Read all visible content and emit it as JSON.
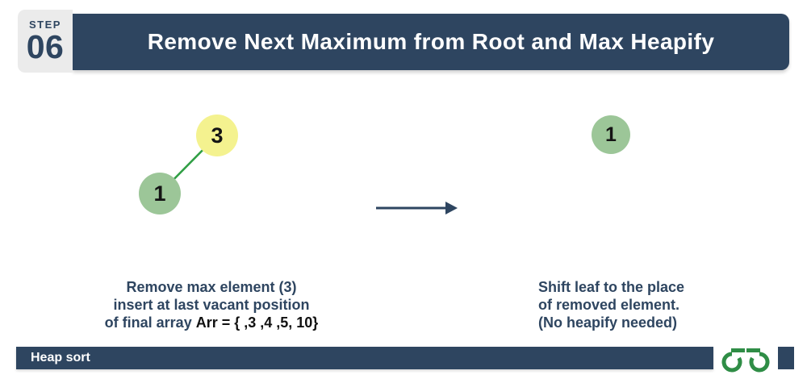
{
  "colors": {
    "navy": "#2e4560",
    "badge_bg": "#ebebeb",
    "node_yellow": "#f4f28f",
    "node_green": "#9cc698",
    "edge_green": "#2f9e44",
    "logo_green": "#2f8d46",
    "number_black": "#141414"
  },
  "step_badge": {
    "label": "STEP",
    "number": "06"
  },
  "header": {
    "title": "Remove Next Maximum from Root and Max Heapify"
  },
  "diagram": {
    "before": {
      "root_node": {
        "value": "3"
      },
      "leaf_node": {
        "value": "1"
      }
    },
    "after": {
      "root_node": {
        "value": "1"
      }
    }
  },
  "captions": {
    "left": {
      "line1": "Remove max element (3)",
      "line2": "insert at last vacant position",
      "line3_text": "of final array",
      "line3_array": "Arr = { ,3 ,4 ,5, 10}"
    },
    "right": {
      "line1": "Shift leaf to the place",
      "line2": "of removed element.",
      "line3": "(No heapify needed)"
    }
  },
  "footer": {
    "label": "Heap sort"
  },
  "icons": {
    "arrow": "right-arrow",
    "logo": "geeksforgeeks-logo"
  }
}
